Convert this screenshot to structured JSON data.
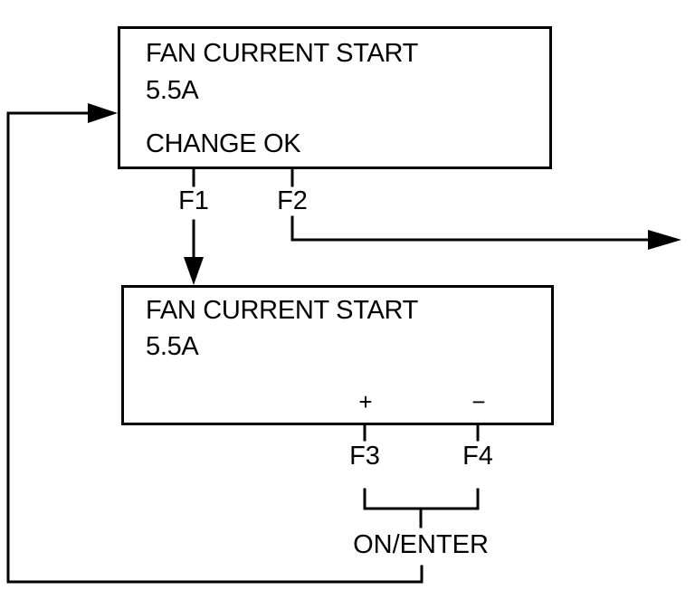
{
  "screen_1": {
    "line_1": "FAN CURRENT START",
    "line_2": "5.5A",
    "line_3": "CHANGE OK"
  },
  "screen_2": {
    "line_1": "FAN CURRENT START",
    "line_2": "5.5A",
    "plus_sign": "+",
    "minus_sign": "−"
  },
  "keys": {
    "f1": "F1",
    "f2": "F2",
    "f3": "F3",
    "f4": "F4",
    "on_enter": "ON/ENTER"
  },
  "colors": {
    "line": "#000000",
    "background": "#ffffff"
  }
}
